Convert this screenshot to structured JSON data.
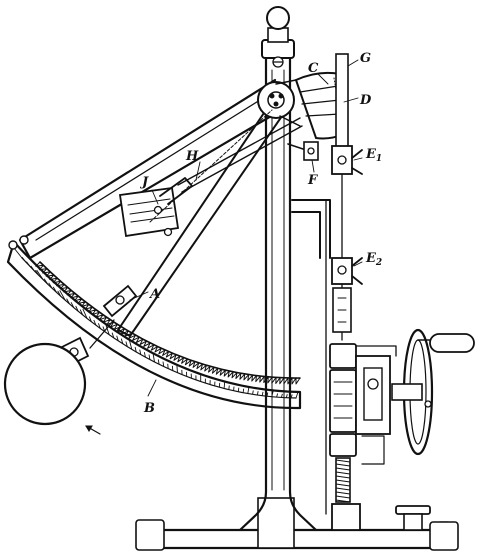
{
  "labels": {
    "A": "A",
    "B": "B",
    "C": "C",
    "D": "D",
    "E1": "E",
    "E1_sub": "1",
    "E2": "E",
    "E2_sub": "2",
    "F": "F",
    "G": "G",
    "H": "H",
    "J": "J"
  }
}
